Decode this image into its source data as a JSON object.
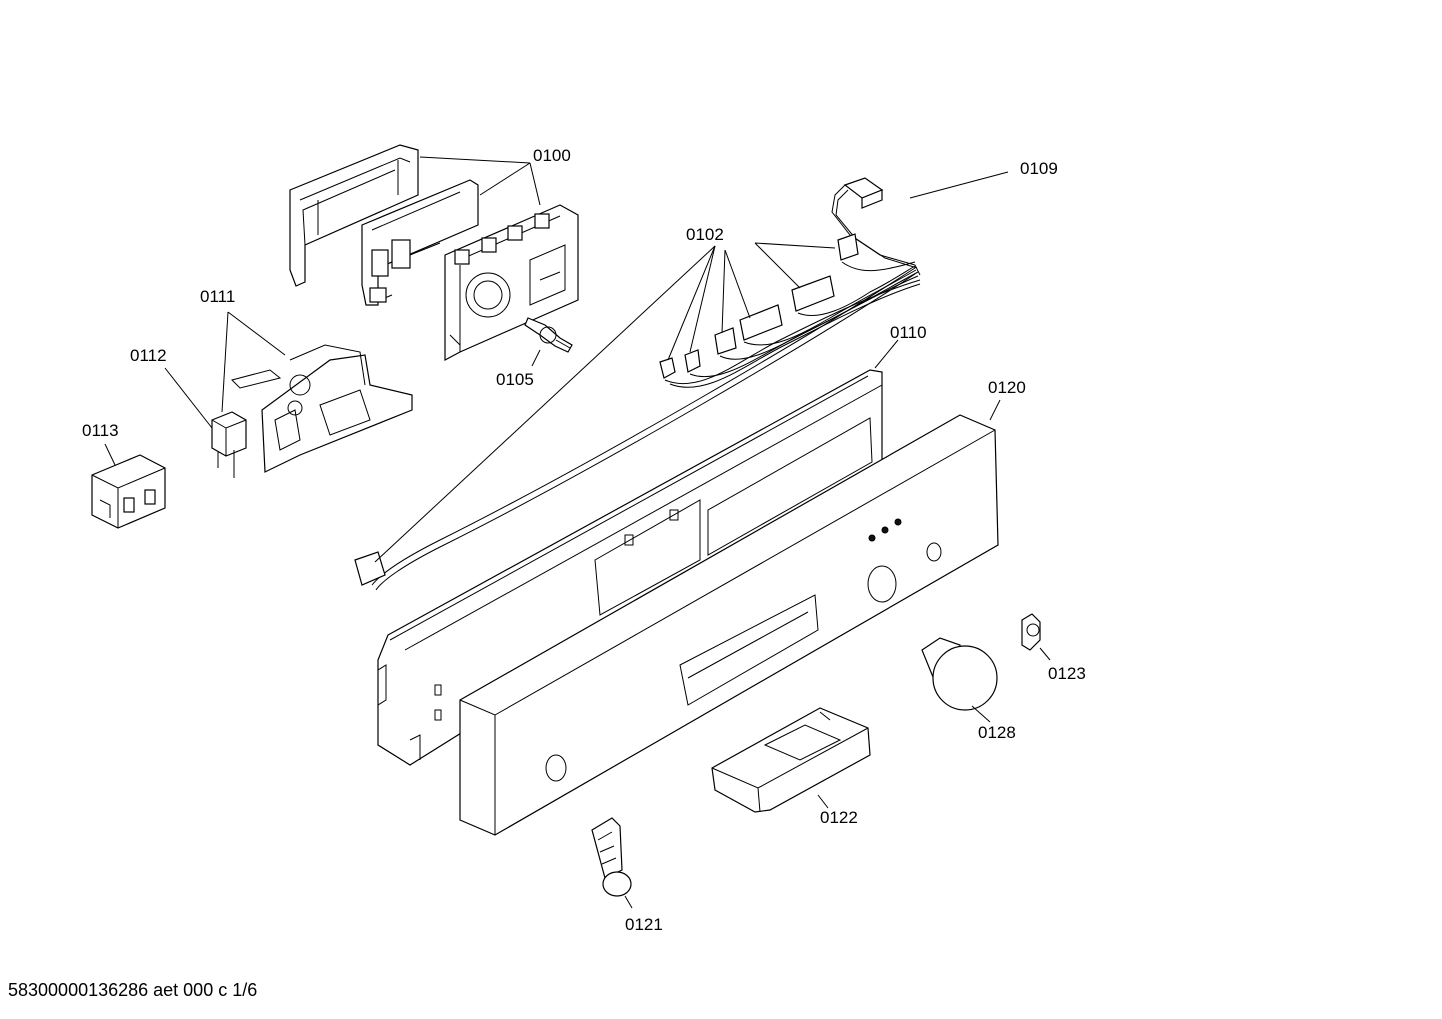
{
  "diagram": {
    "labels": {
      "p0100": "0100",
      "p0102": "0102",
      "p0105": "0105",
      "p0109": "0109",
      "p0110": "0110",
      "p0111": "0111",
      "p0112": "0112",
      "p0113": "0113",
      "p0120": "0120",
      "p0121": "0121",
      "p0122": "0122",
      "p0123": "0123",
      "p0128": "0128"
    },
    "footer": "58300000136286 aet 000 c 1/6"
  },
  "colors": {
    "line": "#000000",
    "background": "#ffffff"
  }
}
